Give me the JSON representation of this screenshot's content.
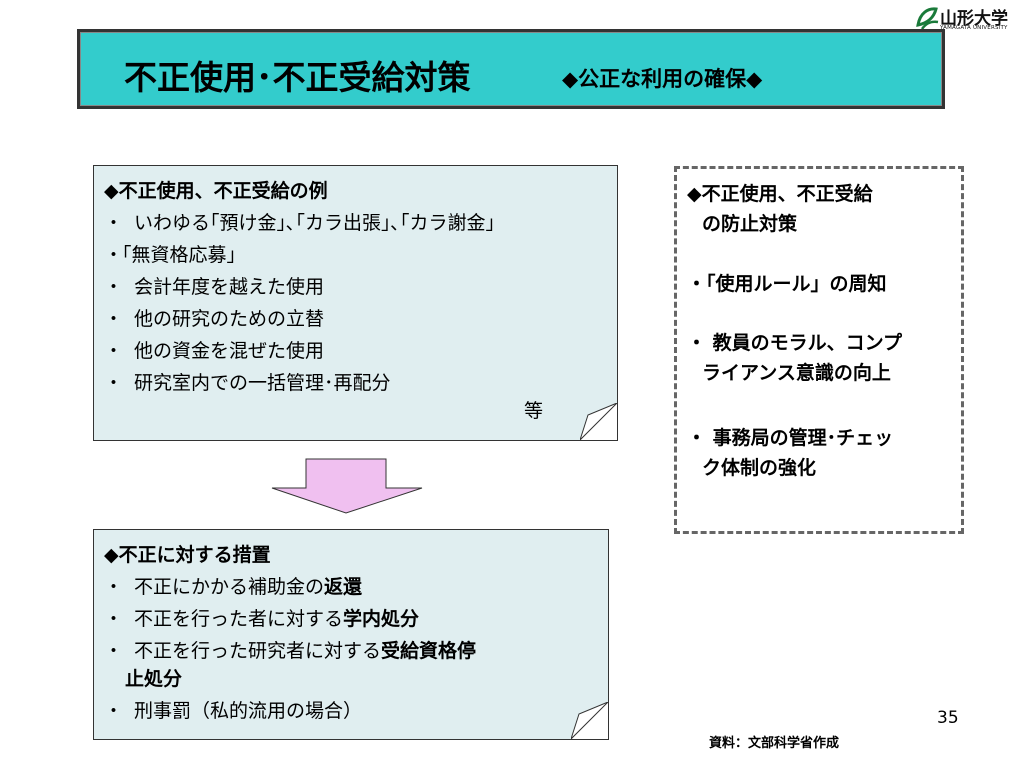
{
  "logo": {
    "name": "山形大学",
    "english": "YAMAGATA UNIVERSITY",
    "mark_color": "#1a7a3a"
  },
  "title": {
    "main": "不正使用･不正受給対策",
    "sub": "◆公正な利用の確保◆",
    "banner_color": "#33cccc"
  },
  "examples": {
    "heading": "◆不正使用、不正受給の例",
    "bullet": "・",
    "items": [
      "いわゆる｢預け金｣､｢カラ出張｣､｢カラ謝金｣",
      "｢無資格応募｣",
      "会計年度を越えた使用",
      "他の研究のための立替",
      "他の資金を混ぜた使用",
      "研究室内での一括管理･再配分"
    ],
    "etc": "等"
  },
  "measures": {
    "heading": "◆不正に対する措置",
    "bullet": "・",
    "items": [
      {
        "plain": "不正にかかる補助金の",
        "bold": "返還"
      },
      {
        "plain": "不正を行った者に対する",
        "bold": "学内処分"
      },
      {
        "plain": "不正を行った研究者に対する",
        "bold": "受給資格停"
      }
    ],
    "item3_continuation": "止処分",
    "item4": "刑事罰（私的流用の場合）"
  },
  "prevention": {
    "heading_line1": "◆不正使用、不正受給",
    "heading_line2": "の防止対策",
    "item1": "・「使用ルール」の周知",
    "item2_line1": "・ 教員のモラル、コンプ",
    "item2_line2": "ライアンス意識の向上",
    "item3_line1": "・ 事務局の管理･チェッ",
    "item3_line2": "ク体制の強化"
  },
  "arrow_color": "#f0c0f0",
  "note_fill": "#e0eef0",
  "page_number": "35",
  "source": "資料：文部科学省作成"
}
